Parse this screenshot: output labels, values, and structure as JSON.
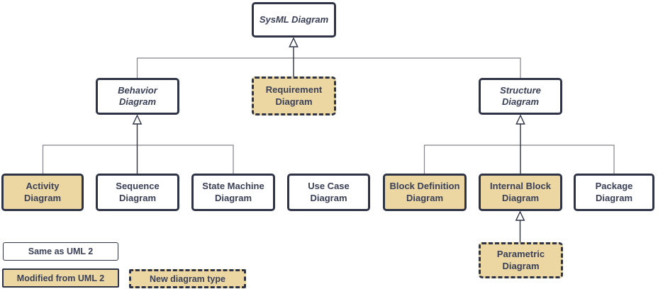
{
  "colors": {
    "node_fill_white": "#ffffff",
    "node_fill_tan": "#ecd7a3",
    "border_dark": "#2e3346",
    "text_dark": "#3a4057",
    "line_gray": "#83838c"
  },
  "nodes": {
    "sysml": {
      "label": "SysML Diagram",
      "style": "abstract"
    },
    "behavior": {
      "label": "Behavior Diagram",
      "style": "abstract"
    },
    "requirement": {
      "label": "Requirement Diagram",
      "style": "new-diagram-type"
    },
    "structure": {
      "label": "Structure Diagram",
      "style": "abstract"
    },
    "activity": {
      "label": "Activity Diagram",
      "style": "modified-from-uml2"
    },
    "sequence": {
      "label": "Sequence Diagram",
      "style": "same-as-uml2"
    },
    "state_machine": {
      "label": "State Machine Diagram",
      "style": "same-as-uml2"
    },
    "use_case": {
      "label": "Use Case Diagram",
      "style": "same-as-uml2"
    },
    "block_definition": {
      "label": "Block Definition Diagram",
      "style": "modified-from-uml2"
    },
    "internal_block": {
      "label": "Internal Block Diagram",
      "style": "modified-from-uml2"
    },
    "package": {
      "label": "Package Diagram",
      "style": "same-as-uml2"
    },
    "parametric": {
      "label": "Parametric Diagram",
      "style": "new-diagram-type"
    }
  },
  "edges": [
    {
      "from": "Behavior Diagram",
      "to": "SysML Diagram",
      "type": "generalization"
    },
    {
      "from": "Requirement Diagram",
      "to": "SysML Diagram",
      "type": "generalization"
    },
    {
      "from": "Structure Diagram",
      "to": "SysML Diagram",
      "type": "generalization"
    },
    {
      "from": "Activity Diagram",
      "to": "Behavior Diagram",
      "type": "generalization"
    },
    {
      "from": "Sequence Diagram",
      "to": "Behavior Diagram",
      "type": "generalization"
    },
    {
      "from": "State Machine Diagram",
      "to": "Behavior Diagram",
      "type": "generalization"
    },
    {
      "from": "Block Definition Diagram",
      "to": "Structure Diagram",
      "type": "generalization"
    },
    {
      "from": "Internal Block Diagram",
      "to": "Structure Diagram",
      "type": "generalization"
    },
    {
      "from": "Package Diagram",
      "to": "Structure Diagram",
      "type": "generalization"
    },
    {
      "from": "Parametric Diagram",
      "to": "Internal Block Diagram",
      "type": "generalization"
    }
  ],
  "legend": {
    "same_as_uml2": "Same as UML 2",
    "modified_from_uml2": "Modified from UML 2",
    "new_diagram_type": "New diagram type"
  }
}
